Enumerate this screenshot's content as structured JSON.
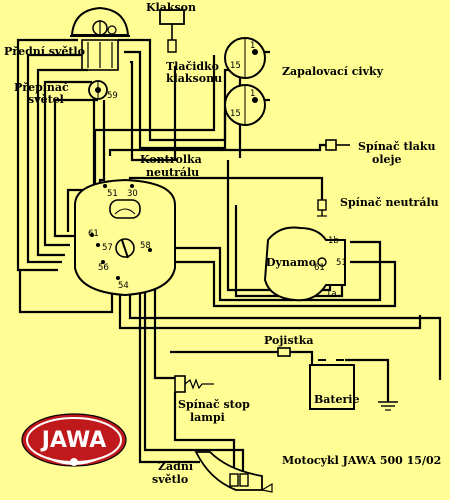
{
  "labels": {
    "klakson": "Klakson",
    "predni_svetlo": "Přední světlo",
    "prepinac_svetel_1": "Přepínač",
    "prepinac_svetel_2": "světel",
    "tlacidko_1": "Tlačidko",
    "tlacidko_2": "klaksonu",
    "zapalovaci_civky": "Zapalovací civky",
    "spinac_tlaku_1": "Spínač tlaku",
    "spinac_tlaku_2": "oleje",
    "kontrolka_1": "Kontrolka",
    "kontrolka_2": "neutrálu",
    "spinac_neutralu": "Spínač neutrálu",
    "dynamo": "Dynamo",
    "pojistka": "Pojistka",
    "baterie": "Baterie",
    "spinac_stop_1": "Spínač stop",
    "spinac_stop_2": "lampi",
    "zadni_svetlo_1": "Zadní",
    "zadni_svetlo_2": "světlo",
    "caption": "Motocykl JAWA 500 15/02"
  },
  "terminals": {
    "coil1_1": "1",
    "coil1_15": "15",
    "coil2_1": "1",
    "coil2_15": "15",
    "sw_51": "51",
    "sw_30": "30",
    "sw_61": "61",
    "sw_57": "57",
    "sw_58": "58",
    "sw_56": "56",
    "sw_54": "54",
    "dyn_1b": "1b",
    "dyn_51": "51",
    "dyn_61": "61",
    "dyn_1a": "1a",
    "switch_59": "59"
  },
  "logo": {
    "text": "JAWA"
  },
  "colors": {
    "background": "#fffd94",
    "wire": "#000000",
    "logo_red": "#c0191c",
    "logo_white": "#ffffff"
  }
}
